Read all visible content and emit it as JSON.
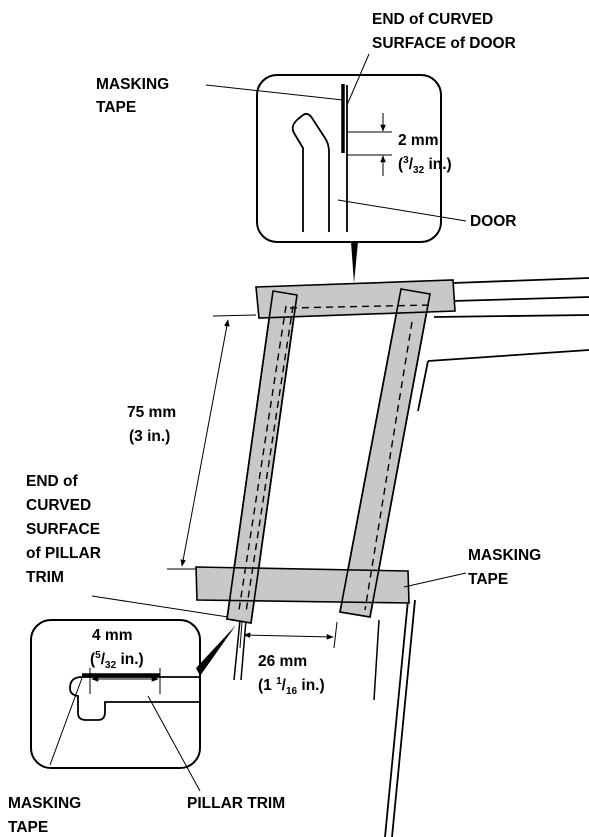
{
  "labels": {
    "end_curved_door_1": "END of CURVED",
    "end_curved_door_2": "SURFACE of DOOR",
    "masking_tape_top_1": "MASKING",
    "masking_tape_top_2": "TAPE",
    "gap_2mm_metric": "2 mm",
    "gap_2mm_open": "(",
    "gap_2mm_num": "3",
    "gap_2mm_den": "32",
    "gap_2mm_unit": " in.)",
    "door": "DOOR",
    "dist_75mm_metric": "75 mm",
    "dist_75mm_imperial": "(3 in.)",
    "end_curved_pillar_1": "END of",
    "end_curved_pillar_2": "CURVED",
    "end_curved_pillar_3": "SURFACE",
    "end_curved_pillar_4": "of PILLAR",
    "end_curved_pillar_5": "TRIM",
    "masking_tape_right_1": "MASKING",
    "masking_tape_right_2": "TAPE",
    "gap_4mm_metric": "4 mm",
    "gap_4mm_open": "(",
    "gap_4mm_num": "5",
    "gap_4mm_den": "32",
    "gap_4mm_unit": " in.)",
    "dist_26mm_metric": "26 mm",
    "dist_26mm_open": "(1 ",
    "dist_26mm_num": "1",
    "dist_26mm_den": "16",
    "dist_26mm_unit": " in.)",
    "masking_tape_bottom_1": "MASKING",
    "masking_tape_bottom_2": "TAPE",
    "pillar_trim": "PILLAR TRIM"
  },
  "colors": {
    "tape_fill": "#c8c8c8",
    "line": "#000000",
    "background": "#ffffff"
  }
}
